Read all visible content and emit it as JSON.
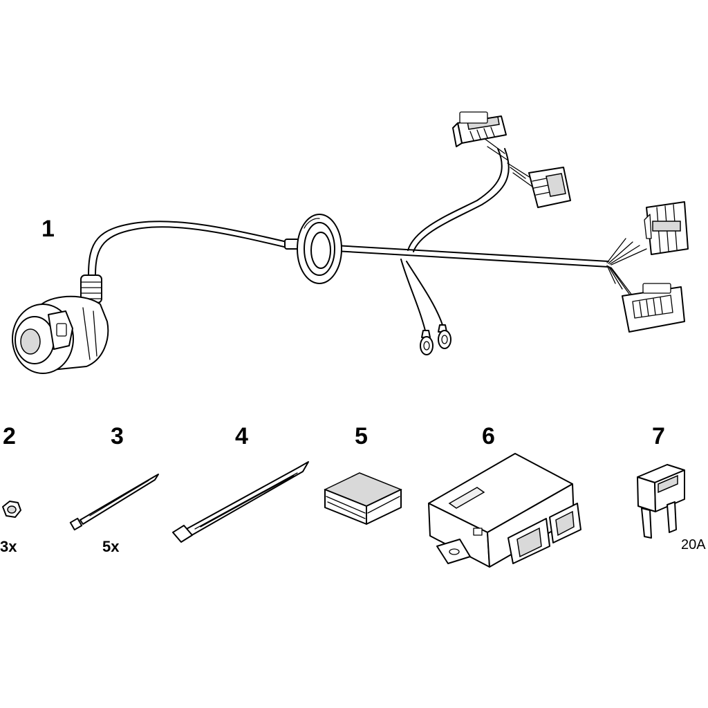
{
  "items": [
    {
      "number": "1",
      "quantity": ""
    },
    {
      "number": "2",
      "quantity": "3x"
    },
    {
      "number": "3",
      "quantity": "5x"
    },
    {
      "number": "4",
      "quantity": ""
    },
    {
      "number": "5",
      "quantity": ""
    },
    {
      "number": "6",
      "quantity": ""
    },
    {
      "number": "7",
      "quantity": ""
    }
  ],
  "fuse_rating": "20A",
  "colors": {
    "line": "#000000",
    "background": "#ffffff",
    "shade": "#d9d9d9"
  }
}
